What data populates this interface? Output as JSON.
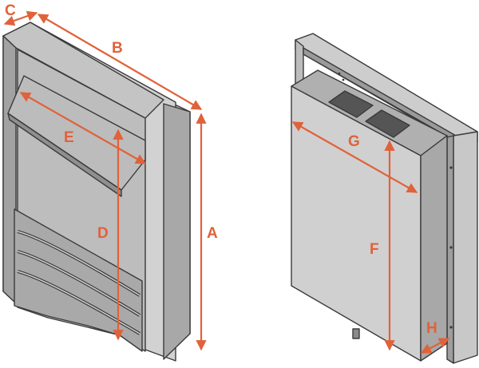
{
  "colors": {
    "dimension": "#e0623a",
    "outline": "#3a3a3a",
    "face_light": "#cfcfcf",
    "face_mid": "#b4b4b4",
    "face_dark": "#8e8e8e",
    "face_darker": "#6f6f6f",
    "background": "#ffffff"
  },
  "labels": {
    "A": "A",
    "B": "B",
    "C": "C",
    "D": "D",
    "E": "E",
    "F": "F",
    "G": "G",
    "H": "H"
  }
}
